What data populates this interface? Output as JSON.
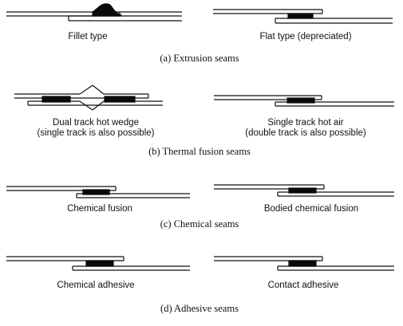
{
  "colors": {
    "line": "#111111",
    "weld": "#0a0a0a",
    "background": "#ffffff"
  },
  "extrusion": {
    "caption": "(a) Extrusion seams",
    "fillet_label": "Fillet type",
    "flat_label": "Flat type (depreciated)"
  },
  "thermal": {
    "caption": "(b) Thermal fusion seams",
    "dual_label_1": "Dual track hot wedge",
    "dual_label_2": "(single track is also possible)",
    "single_label_1": "Single track hot air",
    "single_label_2": "(double track is also possible)"
  },
  "chemical": {
    "caption": "(c) Chemical seams",
    "fusion_label": "Chemical fusion",
    "bodied_label": "Bodied chemical fusion"
  },
  "adhesive": {
    "caption": "(d) Adhesive seams",
    "chemical_label": "Chemical adhesive",
    "contact_label": "Contact adhesive"
  }
}
